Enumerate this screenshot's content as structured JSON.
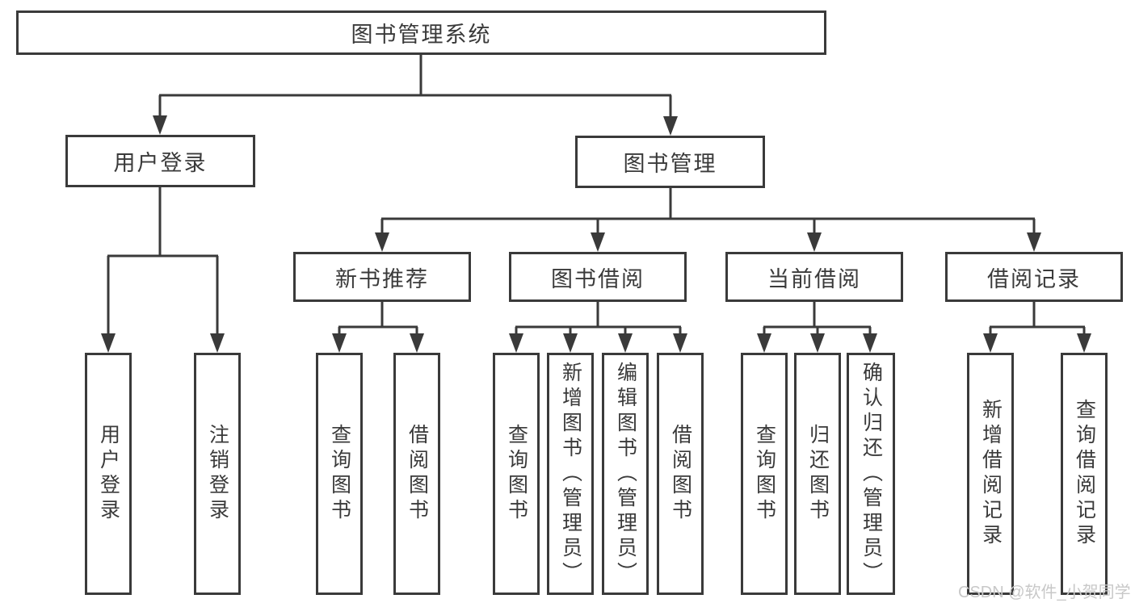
{
  "diagram": {
    "tree": {
      "root": {
        "label": "图书管理系统"
      },
      "branches": [
        {
          "label": "用户登录",
          "children": [
            {
              "label": "用户登录"
            },
            {
              "label": "注销登录"
            }
          ]
        },
        {
          "label": "图书管理",
          "children": [
            {
              "label": "新书推荐",
              "children": [
                {
                  "label": "查询图书"
                },
                {
                  "label": "借阅图书"
                }
              ]
            },
            {
              "label": "图书借阅",
              "children": [
                {
                  "label": "查询图书"
                },
                {
                  "label": "新增图书（管理员）"
                },
                {
                  "label": "编辑图书（管理员）"
                },
                {
                  "label": "借阅图书"
                }
              ]
            },
            {
              "label": "当前借阅",
              "children": [
                {
                  "label": "查询图书"
                },
                {
                  "label": "归还图书"
                },
                {
                  "label": "确认归还（管理员）"
                }
              ]
            },
            {
              "label": "借阅记录",
              "children": [
                {
                  "label": "新增借阅记录"
                },
                {
                  "label": "查询借阅记录"
                }
              ]
            }
          ]
        }
      ]
    },
    "colors": {
      "line": "#3a3a3a",
      "text": "#3a3a3a",
      "box_fill": "#ffffff",
      "background": "#ffffff",
      "watermark": "#c8c8c8"
    }
  },
  "watermark": {
    "text": "CSDN @软件_小贺同学"
  }
}
